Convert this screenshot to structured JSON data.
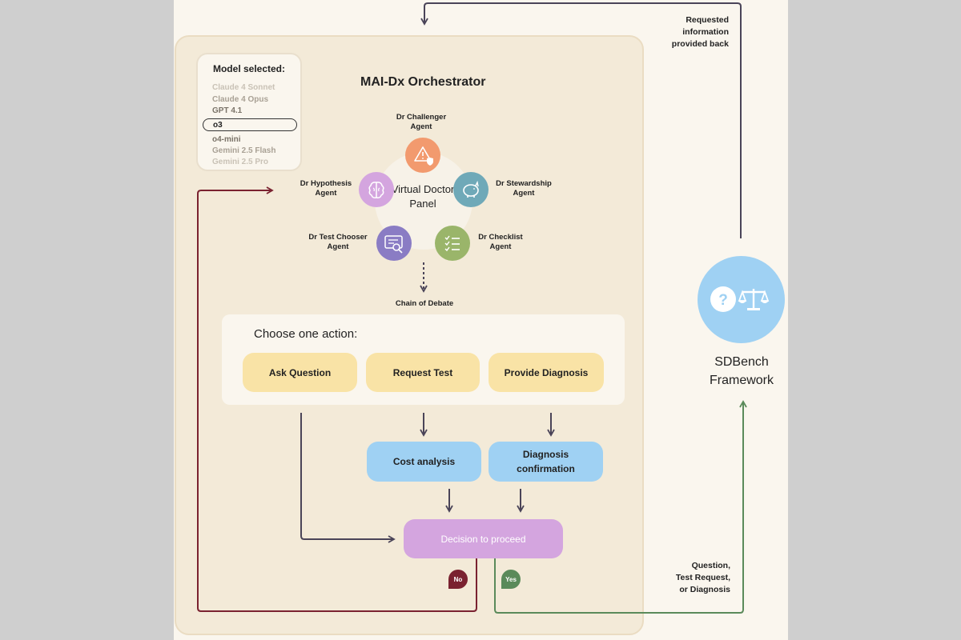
{
  "model_panel": {
    "title": "Model selected:",
    "models": [
      "Claude 4 Sonnet",
      "Claude 4 Opus",
      "GPT 4.1",
      "o3",
      "o4-mini",
      "Gemini 2.5 Flash",
      "Gemini 2.5 Pro"
    ],
    "selected": "o3"
  },
  "orchestrator_title": "MAI-Dx Orchestrator",
  "panel_label": "Virtual Doctor Panel",
  "agents": {
    "challenger": {
      "line1": "Dr Challenger",
      "line2": "Agent",
      "color": "#f29a6e",
      "icon": "warning-shield-icon"
    },
    "stewardship": {
      "line1": "Dr Stewardship",
      "line2": "Agent",
      "color": "#6fa9b8",
      "icon": "piggy-bank-icon"
    },
    "checklist": {
      "line1": "Dr Checklist",
      "line2": "Agent",
      "color": "#9ab56a",
      "icon": "checklist-icon"
    },
    "test_chooser": {
      "line1": "Dr Test Chooser",
      "line2": "Agent",
      "color": "#8a7cc4",
      "icon": "search-document-icon"
    },
    "hypothesis": {
      "line1": "Dr Hypothesis",
      "line2": "Agent",
      "color": "#d4a5df",
      "icon": "brain-icon"
    }
  },
  "chain_label": "Chain of Debate",
  "actions": {
    "title": "Choose one action:",
    "ask_question": "Ask Question",
    "request_test": "Request Test",
    "provide_diagnosis": "Provide Diagnosis"
  },
  "cost_analysis": "Cost analysis",
  "diagnosis_confirmation": {
    "line1": "Diagnosis",
    "line2": "confirmation"
  },
  "decision": "Decision to proceed",
  "no_label": "No",
  "yes_label": "Yes",
  "framework": {
    "line1": "SDBench",
    "line2": "Framework"
  },
  "requested_info": {
    "line1": "Requested",
    "line2": "information",
    "line3": "provided back"
  },
  "question_request": {
    "line1": "Question,",
    "line2": "Test Request,",
    "line3": "or Diagnosis"
  },
  "colors": {
    "no_path": "#7a2230",
    "yes_path": "#5a8a5a",
    "neutral_arrow": "#4a4458",
    "action_yellow": "#f9e3a6",
    "info_blue": "#9fd1f3",
    "decision_purple": "#d4a5df"
  }
}
